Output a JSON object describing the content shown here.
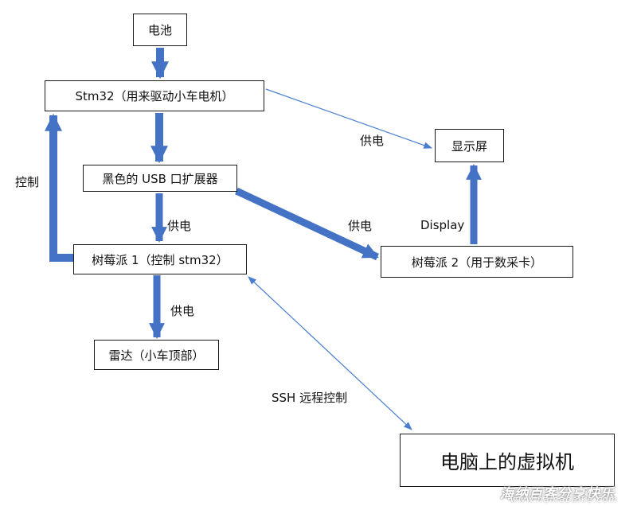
{
  "nodes": {
    "battery": "电池",
    "stm32": "Stm32（用来驱动小车电机）",
    "usb_hub": "黑色的 USB 口扩展器",
    "rpi1": "树莓派 1（控制 stm32）",
    "radar": "雷达（小车顶部）",
    "display": "显示屏",
    "rpi2": "树莓派 2（用于数采卡）",
    "vm": "电脑上的虚拟机"
  },
  "edge_labels": {
    "control": "控制",
    "power_usb_rpi1": "供电",
    "power_rpi1_radar": "供电",
    "power_stm32_display": "供电",
    "power_usb_rpi2": "供电",
    "display_link": "Display",
    "ssh": "SSH 远程控制"
  },
  "watermark": {
    "text": "海纳百客分享快乐",
    "url": "www.hainabaike.com"
  },
  "colors": {
    "thick_arrow": "#4472c4",
    "thin_arrow": "#4a7fcf",
    "border": "#1a1a1a"
  }
}
